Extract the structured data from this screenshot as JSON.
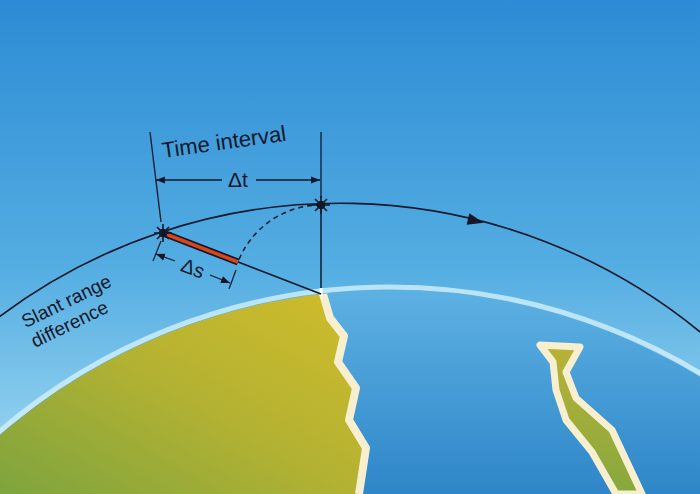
{
  "diagram": {
    "labels": [
      "Time interval",
      "Δt",
      "Slant range difference",
      "Δs"
    ]
  }
}
